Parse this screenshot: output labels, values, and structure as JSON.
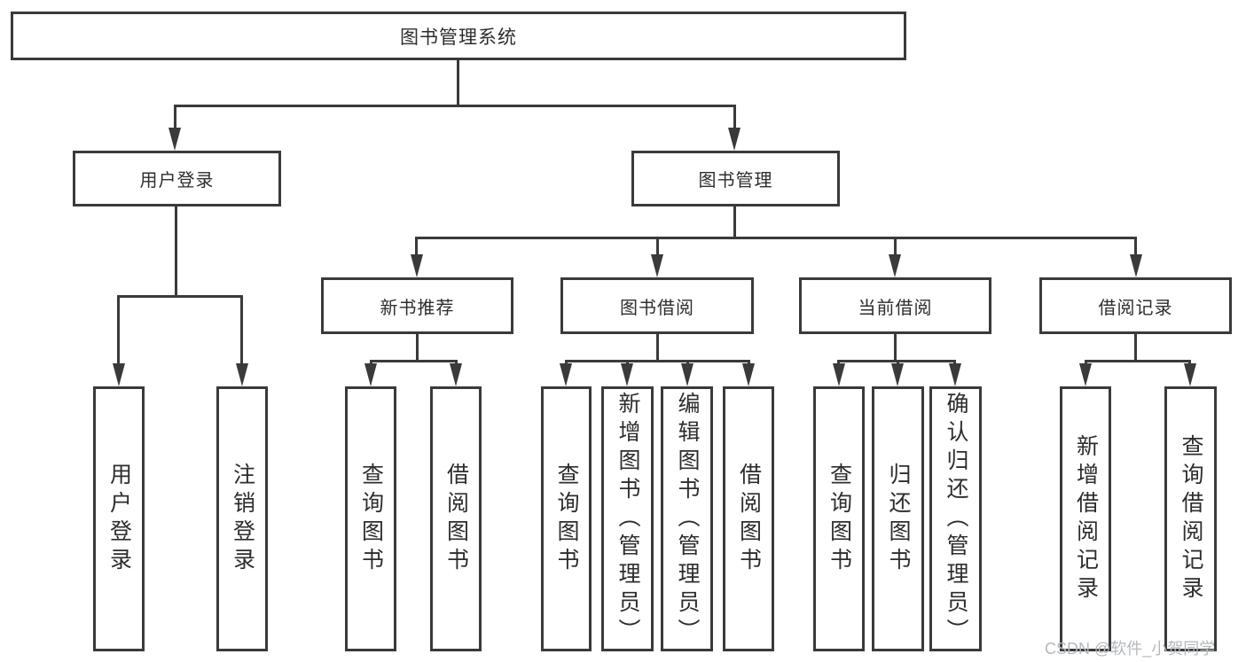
{
  "diagram": {
    "root": {
      "label": "图书管理系统"
    },
    "level2": [
      {
        "label": "用户登录"
      },
      {
        "label": "图书管理"
      }
    ],
    "level3": [
      {
        "label": "新书推荐"
      },
      {
        "label": "图书借阅"
      },
      {
        "label": "当前借阅"
      },
      {
        "label": "借阅记录"
      }
    ],
    "leaves": {
      "user_login": [
        "用户登录",
        "注销登录"
      ],
      "new_book": [
        "查询图书",
        "借阅图书"
      ],
      "book_borrow": [
        "查询图书",
        "新增图书（管理员）",
        "编辑图书（管理员）",
        "借阅图书"
      ],
      "current_borrow": [
        "查询图书",
        "归还图书",
        "确认归还（管理员）"
      ],
      "borrow_records": [
        "新增借阅记录",
        "查询借阅记录"
      ]
    }
  },
  "watermark": {
    "text": "CSDN @软件_小贺同学"
  },
  "colors": {
    "line": "#3a3a3a",
    "text": "#2d2d2d",
    "watermark": "#b4b8bc"
  }
}
